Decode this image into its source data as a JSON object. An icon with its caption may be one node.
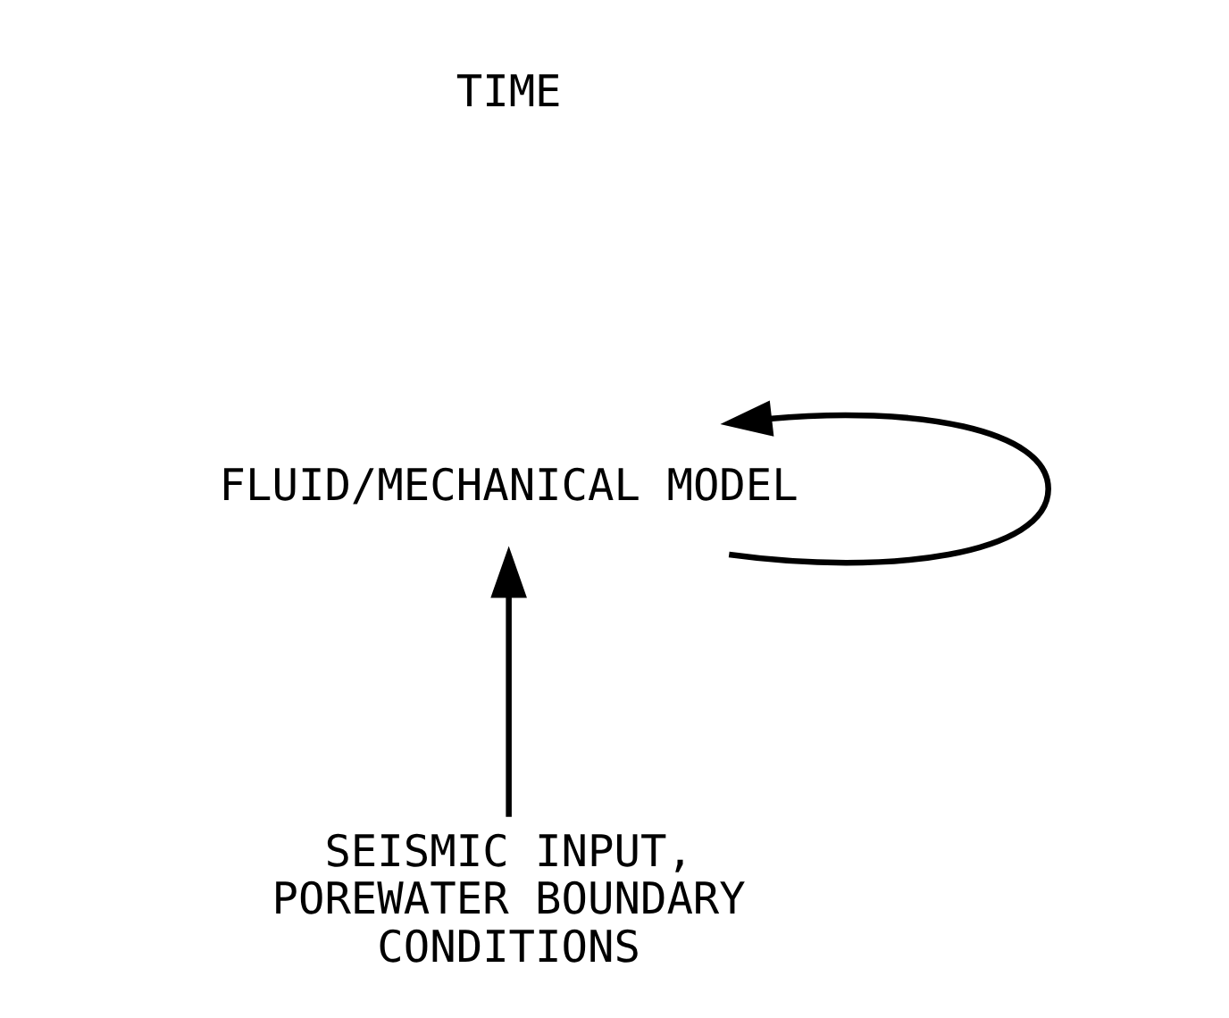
{
  "diagram": {
    "nodes": [
      {
        "text": [
          "FLUID/MECHANICAL MODEL"
        ]
      },
      {
        "text": [
          "SEISMIC INPUT, POREWATER BOUNDARY CONDITIONS"
        ]
      }
    ],
    "edges": [
      {
        "from": 0,
        "to": 0,
        "arrow": "to"
      },
      {
        "from": 1,
        "to": 0,
        "arrow": "to"
      }
    ],
    "labels": [
      "TIME"
    ]
  }
}
